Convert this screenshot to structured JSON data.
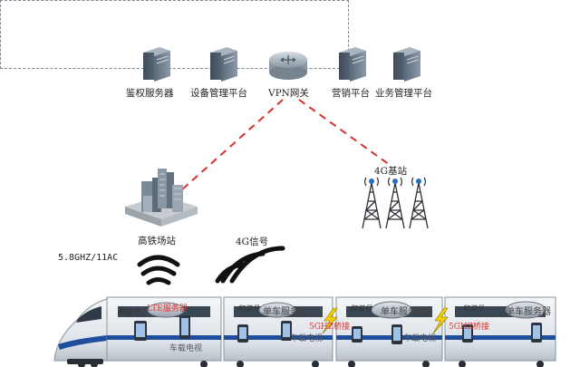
{
  "servers": [
    {
      "label": "鉴权服务器",
      "icon": "server-tower-icon"
    },
    {
      "label": "设备管理平台",
      "icon": "server-tower-icon"
    },
    {
      "label": "VPN网关",
      "icon": "router-icon"
    },
    {
      "label": "营销平台",
      "icon": "server-tower-icon"
    },
    {
      "label": "业务管理平台",
      "icon": "server-tower-icon"
    }
  ],
  "station": {
    "label": "高铁场站"
  },
  "base_station": {
    "label": "4G基站"
  },
  "wifi_label": "5.8GHZ/11AC",
  "signal_label": "4G信号",
  "train": {
    "cars": [
      {
        "logo": "和谐号",
        "server_label": "LTE服务器",
        "screen_label": "车载电视"
      },
      {
        "logo": "和谐号",
        "server_label": "单车服务器",
        "bridge_label": "5GHZ桥接",
        "screen_label": "车载电视"
      },
      {
        "logo": "和谐号",
        "server_label": "单车服务器",
        "bridge_label": "5GHZ桥接",
        "screen_label": "车载电视"
      },
      {
        "logo": "和谐号",
        "server_label": "单车服务器"
      }
    ]
  },
  "colors": {
    "link_red": "#d9302a",
    "panel_border": "#7a8793",
    "train_blue": "#1f4f9c",
    "bolt_yellow": "#f5d000"
  }
}
